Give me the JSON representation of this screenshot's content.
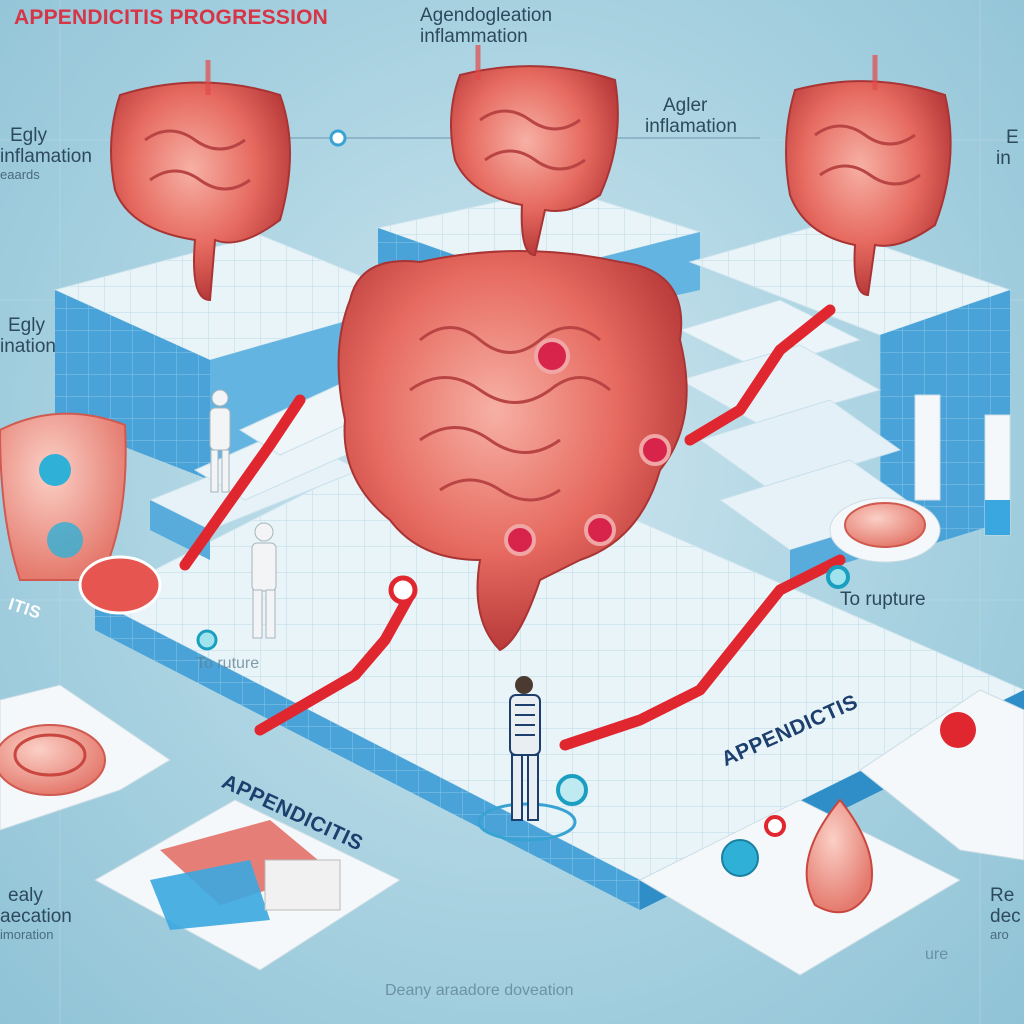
{
  "title": "APPENDICITIS PROGRESSION",
  "stage_labels": {
    "top_center_line1": "Agendogleation",
    "top_center_line2": "inflammation",
    "top_right_line1": "Agler",
    "top_right_line2": "inflamation",
    "left_top_line1": "Egly",
    "left_top_line2": "inflamation",
    "left_top_small": "eaards",
    "far_right_top_line1": "E",
    "far_right_top_line2": "in",
    "left_mid_line1": "Egly",
    "left_mid_line2": "ination",
    "bottom_left_line1": "ealy",
    "bottom_left_line2": "aecation",
    "bottom_left_line3": "imoration",
    "bottom_right_line1": "Re",
    "bottom_right_line2": "dec",
    "bottom_right_line3": "aro",
    "bottom_right_small": "ure"
  },
  "path_labels": {
    "to_rupture_right": "To rupture",
    "to_rupture_left": "To ruture",
    "left_edge_fragment": "ITIS"
  },
  "banners": {
    "front_left": "APPENDICITIS",
    "front_right": "APPENDICTIS"
  },
  "footer": "Deany araadore doveation",
  "colors": {
    "title": "#d63547",
    "platform_top": "#e8f3f8",
    "platform_side": "#4aa3d8",
    "path": "#e0262e",
    "organ": "#e2685f",
    "background": "#a9d2e1"
  }
}
